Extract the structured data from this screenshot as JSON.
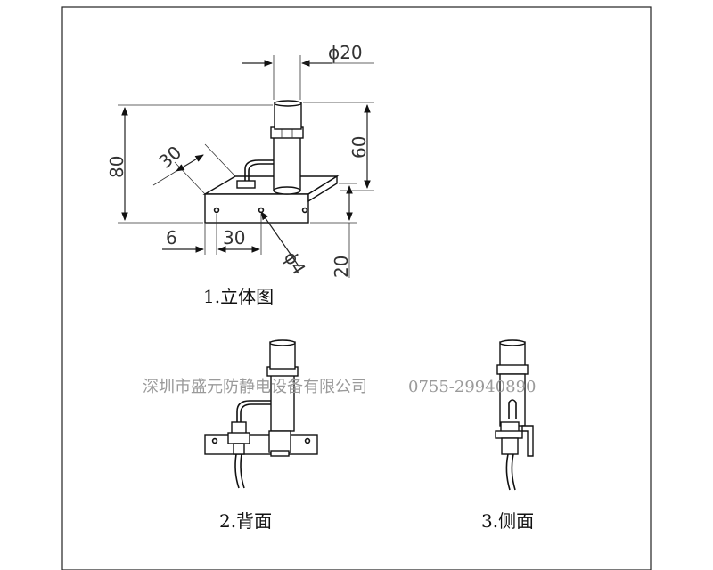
{
  "views": {
    "iso_caption": "1.立体图",
    "back_caption": "2.背面",
    "side_caption": "3.侧面"
  },
  "dimensions": {
    "dia_top": "ϕ20",
    "height_60": "60",
    "height_80": "80",
    "angle_30": "30",
    "offset_6": "6",
    "width_30": "30",
    "hole_dia": "ϕ4",
    "base_20": "20"
  },
  "watermark": {
    "company": "深圳市盛元防静电设备有限公司",
    "phone": "0755-29940890"
  }
}
